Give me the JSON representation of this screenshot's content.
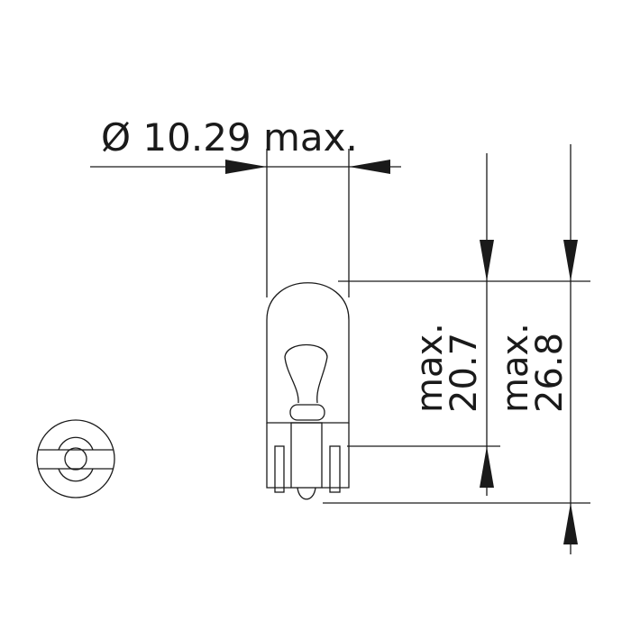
{
  "dimensions": {
    "diameter": "Ø 10.29 max.",
    "height_inner": {
      "prefix": "max.",
      "value": "20.7"
    },
    "height_total": {
      "prefix": "max.",
      "value": "26.8"
    }
  },
  "colors": {
    "line": "#1a1a1a",
    "background": "#ffffff"
  }
}
